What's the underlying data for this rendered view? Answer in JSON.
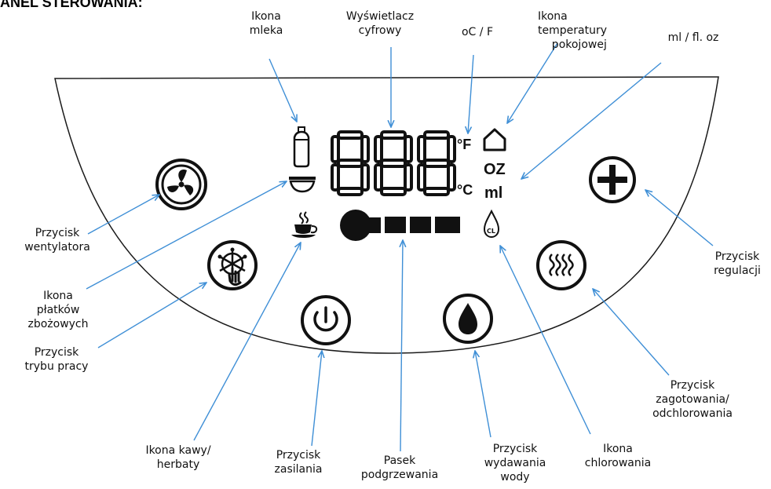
{
  "title": "ANEL STEROWANIA:",
  "colors": {
    "arrow": "#3f8fd6",
    "outline": "#1a1a1a",
    "ink": "#111111",
    "background": "#ffffff"
  },
  "display": {
    "digits": "888",
    "units_temp": [
      "°F",
      "°C"
    ],
    "units_volume": [
      "OZ",
      "ml"
    ]
  },
  "icons": [
    "milk-bottle-icon",
    "cereal-bowl-icon",
    "coffee-cup-icon",
    "house-icon",
    "chlorine-drop-icon",
    "fan-icon",
    "mode-icon",
    "power-icon",
    "water-drop-icon",
    "boil-icon",
    "plus-icon"
  ],
  "labels": {
    "ikona_mleka": "Ikona\nmleka",
    "wyswietlacz": "Wyświetlacz\ncyfrowy",
    "oc_f": "oC / F",
    "ikona_temperatury": "Ikona\ntemperatury\n    pokojowej",
    "ml_oz": "ml / fl. oz",
    "przycisk_wentylatora": "Przycisk\nwentylatora",
    "ikona_platkow": "Ikona\npłatków\nzbożowych",
    "przycisk_trybu": "Przycisk\ntrybu pracy",
    "ikona_kawy": "Ikona kawy/\nherbaty",
    "przycisk_zasilania": "Przycisk\nzasilania",
    "pasek": "Pasek\npodgrzewania",
    "przycisk_wody": "Przycisk\nwydawania\nwody",
    "ikona_chlorowania": "Ikona\nchlorowania",
    "przycisk_zagotowania": "Przycisk\nzagotowania/\nodchlorowania",
    "przycisk_regulacji": "Przycisk\nregulacji"
  }
}
